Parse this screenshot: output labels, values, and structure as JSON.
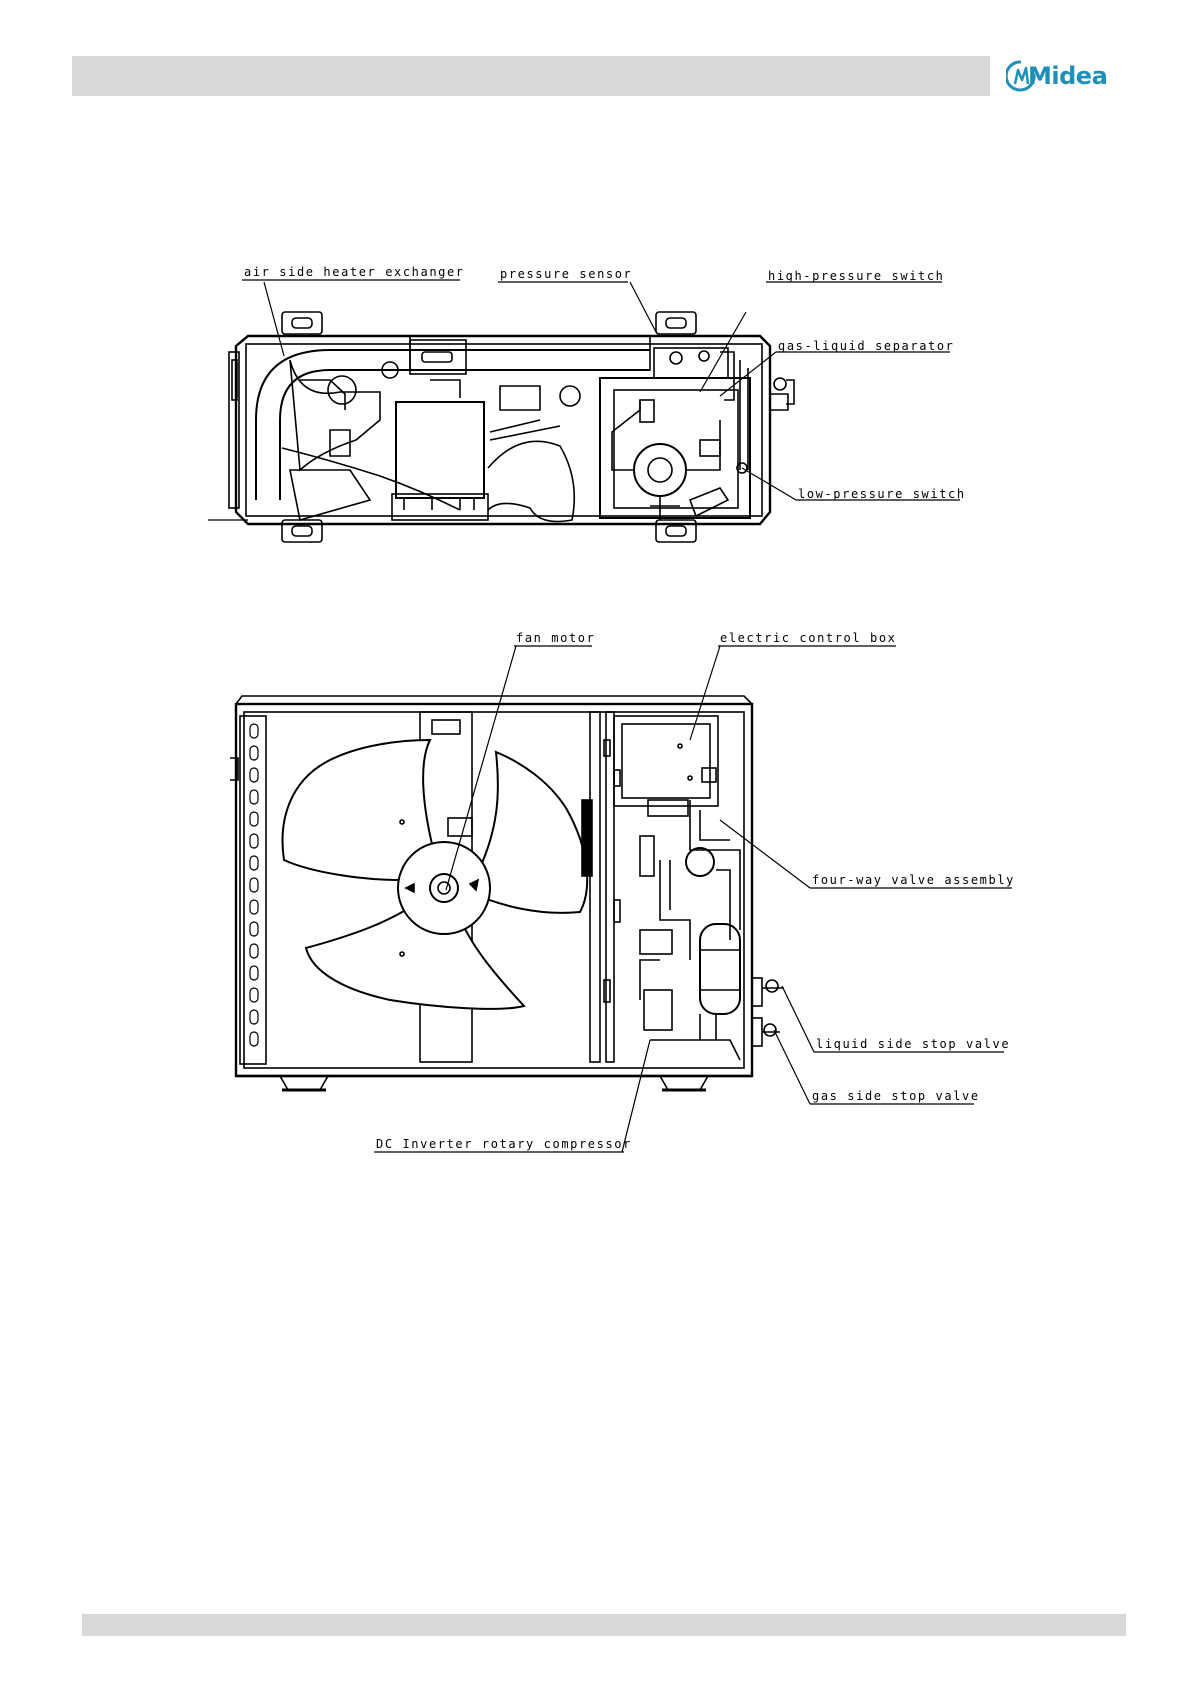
{
  "brand": {
    "logo_text": "Midea",
    "color": "#1e90b8"
  },
  "header": {
    "bar_color": "#d9d9d9"
  },
  "footer": {
    "bar_color": "#d9d9d9"
  },
  "top_view": {
    "labels": {
      "air_side_heat_exchanger": "air side heater exchanger",
      "pressure_sensor": "pressure sensor",
      "high_pressure_switch": "high-pressure switch",
      "gas_liquid_separator": "gas-liquid separator",
      "low_pressure_switch": "low-pressure switch"
    }
  },
  "front_view": {
    "labels": {
      "fan_motor": "fan motor",
      "electric_control_box": "electric control box",
      "four_way_valve": "four-way valve assembly",
      "liquid_stop_valve": "liquid side stop valve",
      "gas_stop_valve": "gas side stop valve",
      "compressor": "DC Inverter rotary compressor"
    }
  }
}
